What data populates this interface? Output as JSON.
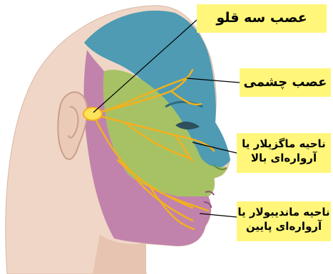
{
  "labels": {
    "trigeminal": "عصب سه قلو",
    "ophthalmic": "عصب چشمی",
    "maxillary_line1": "ناحیه ماگزیلار یا",
    "maxillary_line2": "آرواره‌ای بالا",
    "mandibular_line1": "ناحیه ماندیبولار یا",
    "mandibular_line2": "آرواره‌ای پایین"
  },
  "colors": {
    "background": "#ffffff",
    "skin": "#f0d6c6",
    "ophthalmic_region": "#4e9bb3",
    "maxillary_region": "#a7c264",
    "mandibular_region": "#c183ac",
    "nerve": "#f2b11d",
    "label_bg": "#fff67a"
  }
}
